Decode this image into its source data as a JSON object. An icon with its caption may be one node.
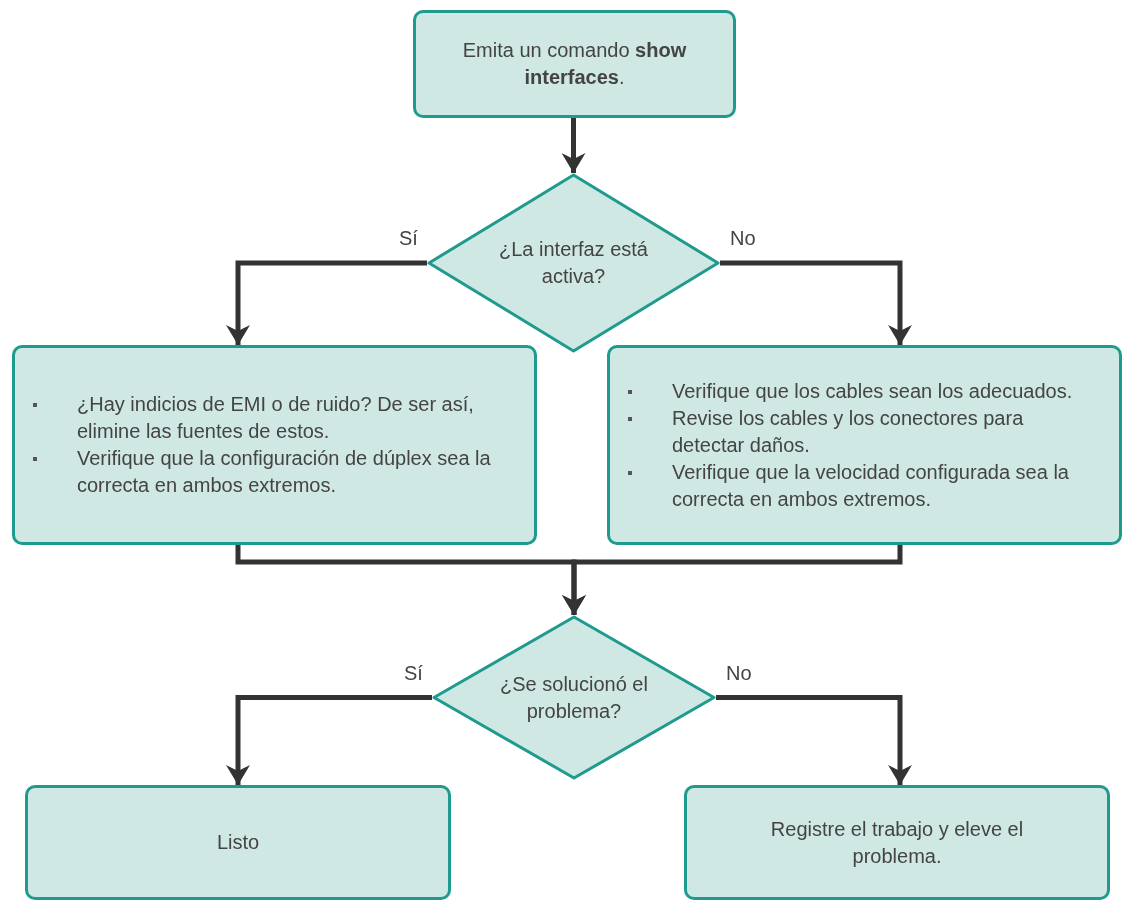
{
  "diagram": {
    "nodes": [
      {
        "text": [
          "Emita un comando **show interfaces**."
        ]
      },
      {
        "text": [
          "¿La interfaz está activa?"
        ]
      },
      {
        "text": [
          "¿Hay indicios de EMI o de ruido? De ser así, elimine las fuentes de estos.",
          "Verifique que la configuración de dúplex sea la correcta en ambos extremos."
        ]
      },
      {
        "text": [
          "Verifique que los cables sean los adecuados.",
          "Revise los cables y los conectores para detectar daños.",
          "Verifique que la velocidad configurada sea la correcta en ambos extremos."
        ]
      },
      {
        "text": [
          "¿Se solucionó el problema?"
        ]
      },
      {
        "text": [
          "Listo"
        ]
      },
      {
        "text": [
          "Registre el trabajo y eleve el problema."
        ]
      }
    ],
    "edges": [
      {
        "from": 0,
        "to": 1,
        "arrow": "to"
      },
      {
        "from": 1,
        "to": 2,
        "arrow": "to",
        "label": "Sí"
      },
      {
        "from": 1,
        "to": 3,
        "arrow": "to",
        "label": "No"
      },
      {
        "from": 2,
        "to": 4,
        "arrow": "to"
      },
      {
        "from": 3,
        "to": 4,
        "arrow": "to"
      },
      {
        "from": 4,
        "to": 5,
        "arrow": "to",
        "label": "Sí"
      },
      {
        "from": 4,
        "to": 6,
        "arrow": "to",
        "label": "No"
      }
    ]
  }
}
